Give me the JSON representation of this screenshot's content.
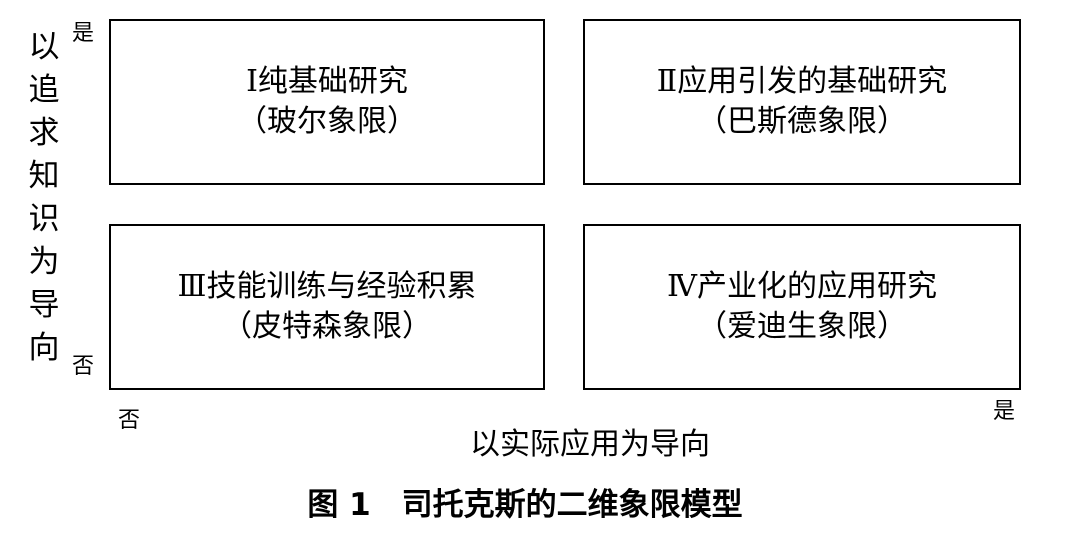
{
  "y_axis": {
    "title": "以追求知识为导向",
    "top_label": "是",
    "bottom_label": "否"
  },
  "x_axis": {
    "title": "以实际应用为导向",
    "left_label": "否",
    "right_label": "是"
  },
  "quadrants": [
    {
      "title": "Ⅰ纯基础研究",
      "subtitle": "（玻尔象限）"
    },
    {
      "title": "Ⅱ应用引发的基础研究",
      "subtitle": "（巴斯德象限）"
    },
    {
      "title": "Ⅲ技能训练与经验积累",
      "subtitle": "（皮特森象限）"
    },
    {
      "title": "Ⅳ产业化的应用研究",
      "subtitle": "（爱迪生象限）"
    }
  ],
  "caption": "图 1　司托克斯的二维象限模型"
}
